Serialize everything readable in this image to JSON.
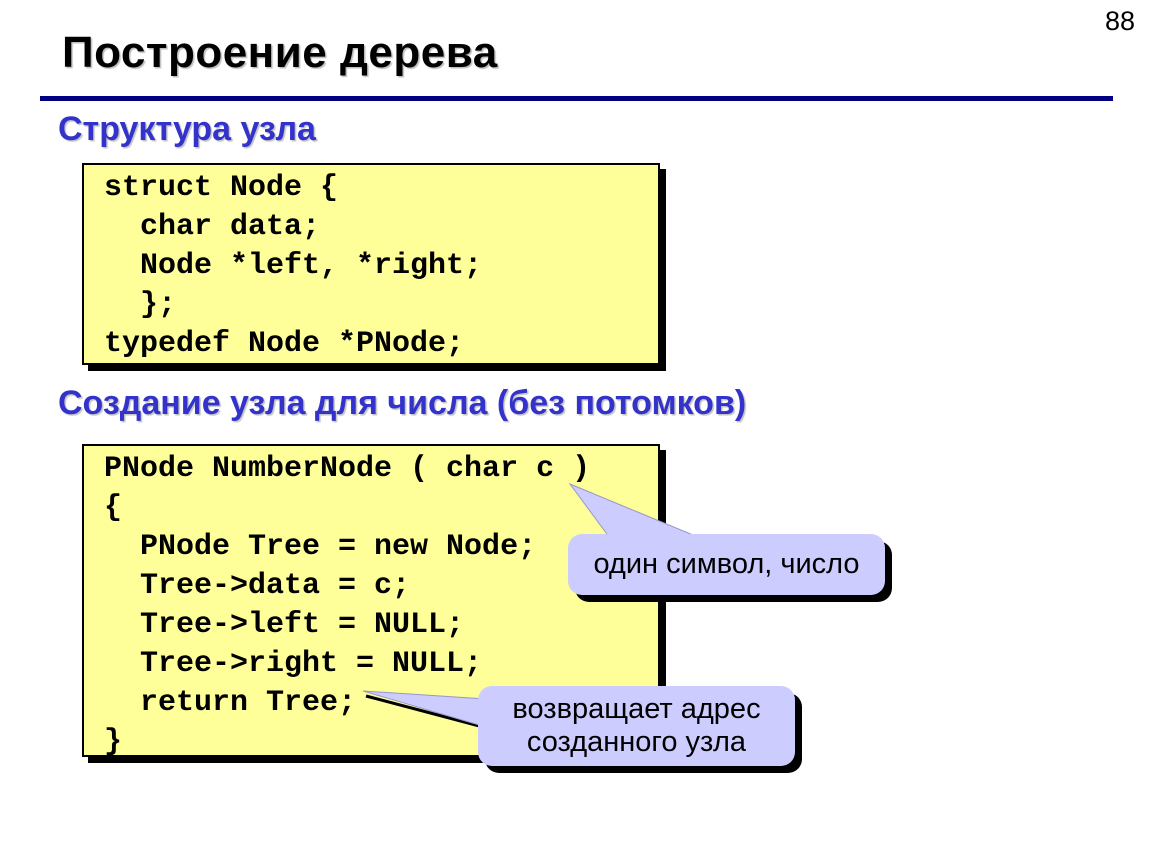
{
  "page": {
    "number": "88"
  },
  "title": "Построение дерева",
  "sections": [
    {
      "heading": "Структура узла",
      "code": [
        "struct Node {",
        "  char data;",
        "  Node *left, *right;",
        "  };",
        "typedef Node *PNode;"
      ]
    },
    {
      "heading": "Создание узла для числа (без потомков)",
      "code": [
        "PNode NumberNode ( char c )",
        "{",
        "  PNode Tree = new Node;",
        "  Tree->data = c;",
        "  Tree->left = NULL;",
        "  Tree->right = NULL;",
        "  return Tree;",
        "}"
      ]
    }
  ],
  "callouts": [
    {
      "text": "один символ, число"
    },
    {
      "text": "возвращает адрес созданного узла"
    }
  ],
  "colors": {
    "code_box_bg": "#ffff99",
    "callout_bg": "#ccccff",
    "heading_blue": "#3333cc",
    "rule_navy": "#000080",
    "shadow": "#000000",
    "text": "#000000",
    "background": "#ffffff"
  }
}
